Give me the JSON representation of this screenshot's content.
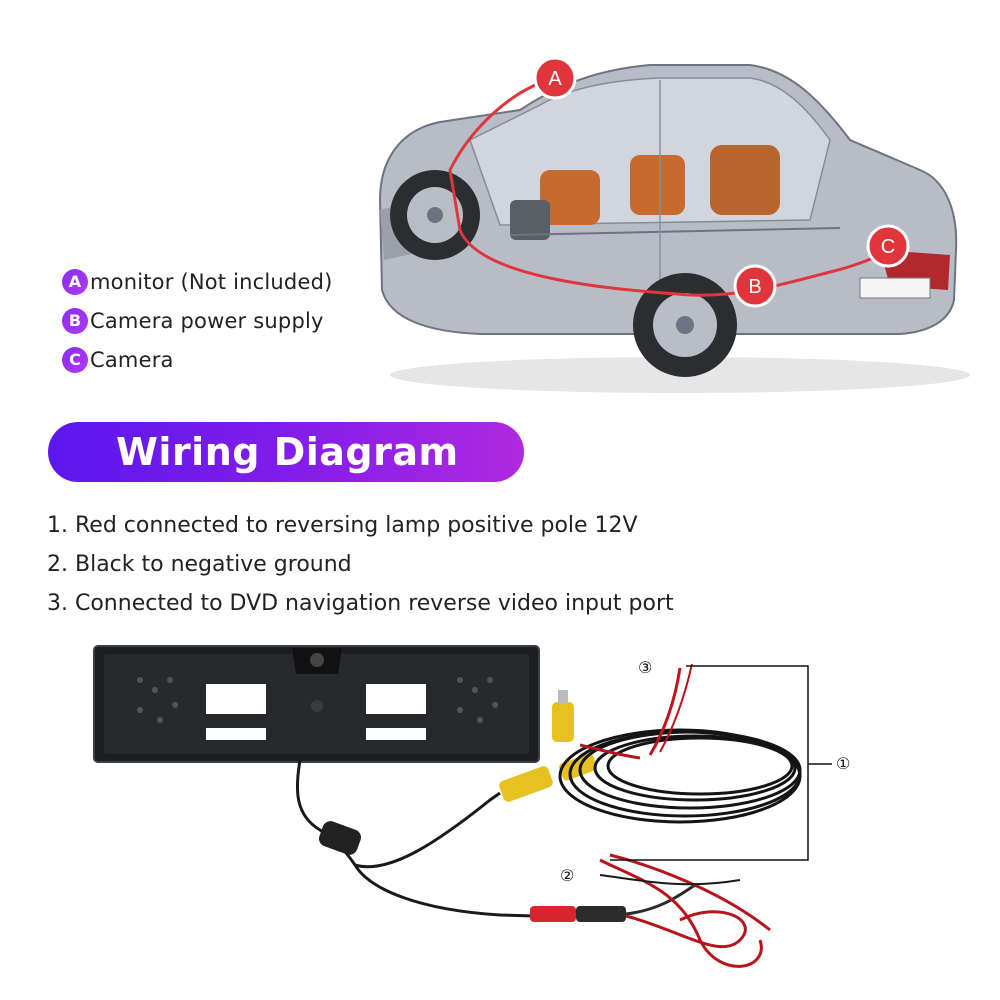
{
  "legend": {
    "items": [
      {
        "badge": "A",
        "label": "monitor (Not included)"
      },
      {
        "badge": "B",
        "label": "Camera power supply"
      },
      {
        "badge": "C",
        "label": "Camera"
      }
    ]
  },
  "car": {
    "markers": [
      "A",
      "B",
      "C"
    ]
  },
  "banner": {
    "title": "Wiring Diagram"
  },
  "steps": [
    "1. Red connected to reversing lamp positive pole 12V",
    "2. Black to negative ground",
    "3. Connected to DVD navigation reverse video input port"
  ],
  "callouts": {
    "one": "①",
    "two": "②",
    "three": "③"
  },
  "colors": {
    "accent": "#8a2cf2",
    "marker_red": "#e0353a",
    "wire_red": "#c3121a"
  }
}
